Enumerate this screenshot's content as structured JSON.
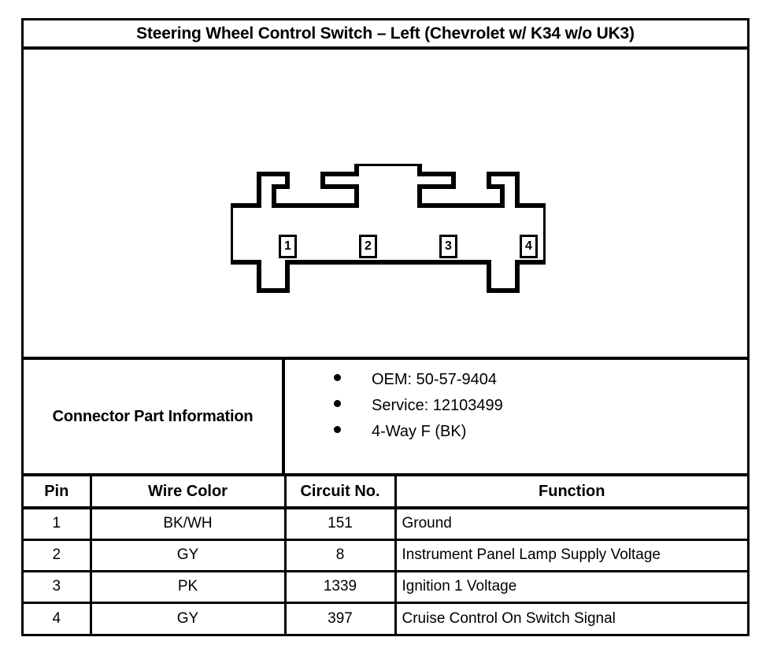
{
  "title": "Steering Wheel Control Switch – Left (Chevrolet w/ K34 w/o UK3)",
  "connector_diagram": {
    "pins": [
      {
        "label": "1"
      },
      {
        "label": "2"
      },
      {
        "label": "3"
      },
      {
        "label": "4"
      }
    ]
  },
  "part_info": {
    "label": "Connector Part Information",
    "items": [
      "OEM: 50-57-9404",
      "Service: 12103499",
      "4-Way F (BK)"
    ]
  },
  "pin_table": {
    "headers": [
      "Pin",
      "Wire Color",
      "Circuit No.",
      "Function"
    ],
    "rows": [
      {
        "pin": "1",
        "wire_color": "BK/WH",
        "circuit_no": "151",
        "function": "Ground"
      },
      {
        "pin": "2",
        "wire_color": "GY",
        "circuit_no": "8",
        "function": "Instrument Panel Lamp Supply Voltage"
      },
      {
        "pin": "3",
        "wire_color": "PK",
        "circuit_no": "1339",
        "function": "Ignition 1 Voltage"
      },
      {
        "pin": "4",
        "wire_color": "GY",
        "circuit_no": "397",
        "function": "Cruise Control On Switch Signal"
      }
    ]
  },
  "colors": {
    "ink": "#000000",
    "paper": "#ffffff"
  }
}
